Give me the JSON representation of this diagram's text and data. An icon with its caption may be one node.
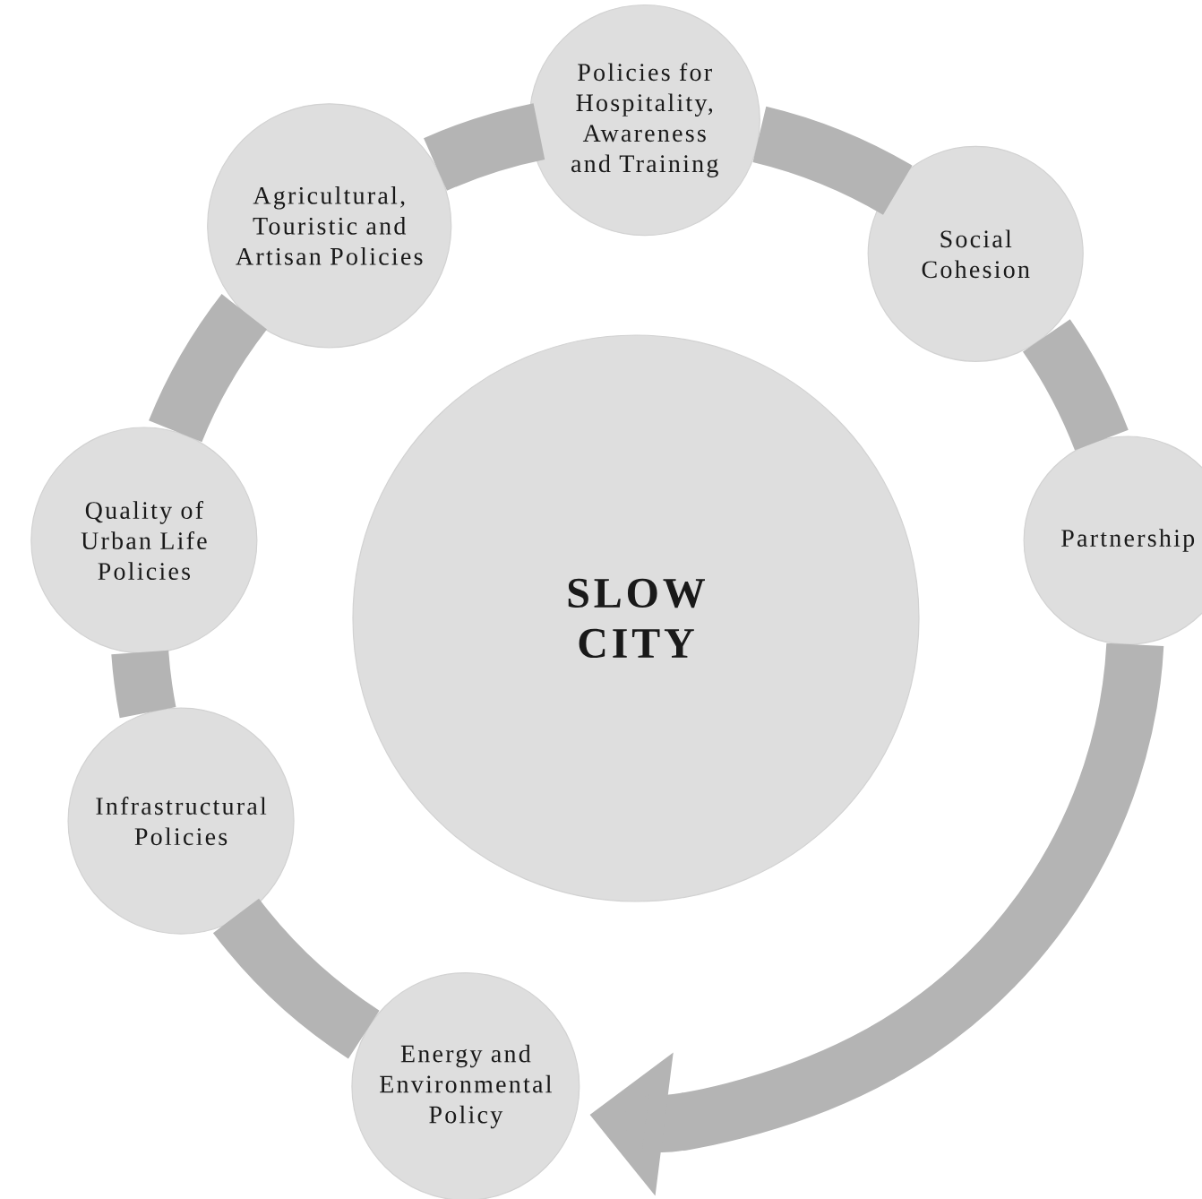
{
  "diagram": {
    "nodes": [
      {
        "text": [
          "Policies for Hospitality, Awareness and Training"
        ]
      },
      {
        "text": [
          "Social Cohesion"
        ]
      },
      {
        "text": [
          "Partnership"
        ]
      },
      {
        "text": [
          "Energy and Environmental Policy"
        ]
      },
      {
        "text": [
          "Infrastructural Policies"
        ]
      },
      {
        "text": [
          "Quality of Urban Life Policies"
        ]
      },
      {
        "text": [
          "Agricultural, Touristic and Artisan Policies"
        ]
      },
      {
        "text": [
          "SLOW CITY"
        ]
      }
    ],
    "edges": [
      {
        "from": 6,
        "to": 0,
        "arrow": "none"
      },
      {
        "from": 0,
        "to": 1,
        "arrow": "none"
      },
      {
        "from": 1,
        "to": 2,
        "arrow": "none"
      },
      {
        "from": 2,
        "to": 3,
        "arrow": "to"
      },
      {
        "from": 3,
        "to": 4,
        "arrow": "none"
      },
      {
        "from": 4,
        "to": 5,
        "arrow": "none"
      },
      {
        "from": 5,
        "to": 6,
        "arrow": "none"
      }
    ]
  }
}
